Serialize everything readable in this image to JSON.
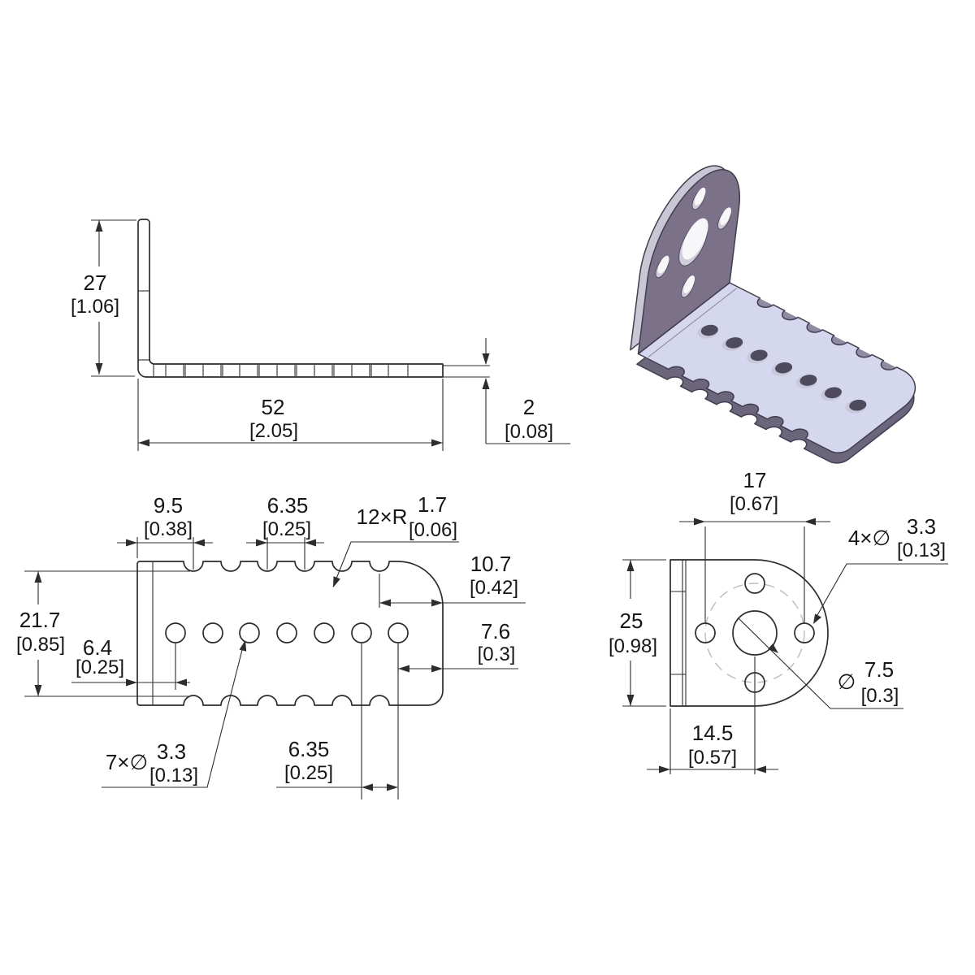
{
  "views": {
    "side": {
      "height": {
        "mm": "27",
        "in": "[1.06]"
      },
      "length": {
        "mm": "52",
        "in": "[2.05]"
      },
      "thickness": {
        "mm": "2",
        "in": "[0.08]"
      }
    },
    "plate": {
      "slot_offset": {
        "mm": "9.5",
        "in": "[0.38]"
      },
      "slot_pitch": {
        "mm": "6.35",
        "in": "[0.25]"
      },
      "slot_radius": {
        "qty": "12×R",
        "mm": "1.7",
        "in": "[0.06]"
      },
      "end_to_slot": {
        "mm": "10.7",
        "in": "[0.42]"
      },
      "width": {
        "mm": "21.7",
        "in": "[0.85]"
      },
      "hole_offset": {
        "mm": "6.4",
        "in": "[0.25]"
      },
      "end_to_hole": {
        "mm": "7.6",
        "in": "[0.3]"
      },
      "hole_dia": {
        "qty": "7×∅",
        "mm": "3.3",
        "in": "[0.13]"
      },
      "hole_pitch": {
        "mm": "6.35",
        "in": "[0.25]"
      }
    },
    "flange": {
      "hole_span": {
        "mm": "17",
        "in": "[0.67]"
      },
      "height": {
        "mm": "25",
        "in": "[0.98]"
      },
      "mount_holes": {
        "qty": "4×∅",
        "mm": "3.3",
        "in": "[0.13]"
      },
      "center_hole": {
        "sym": "∅",
        "mm": "7.5",
        "in": "[0.3]"
      },
      "center_offset": {
        "mm": "14.5",
        "in": "[0.57]"
      }
    }
  },
  "colors": {
    "flange_face": "#7b7189",
    "flange_rim": "#c9c6d6",
    "plate_top": "#d5d7ee",
    "plate_side": "#6b667c",
    "slot_wall": "#8f8ba3",
    "hole_dark": "#4f4b5f",
    "hole_light": "#c9c7da",
    "outline": "#413e4e",
    "line": "#2d2d2d"
  }
}
